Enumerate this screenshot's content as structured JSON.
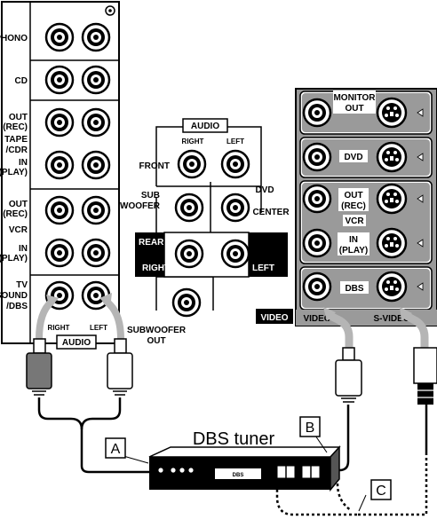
{
  "left_panel": {
    "phono": "PHONO",
    "cd": "CD",
    "tape_out_1": "OUT",
    "tape_out_2": "(REC)",
    "tape_title_1": "TAPE",
    "tape_title_2": "/CDR",
    "tape_in_1": "IN",
    "tape_in_2": "(PLAY)",
    "vcr_out_1": "OUT",
    "vcr_out_2": "(REC)",
    "vcr_title": "VCR",
    "vcr_in_1": "IN",
    "vcr_in_2": "(PLAY)",
    "tv_1": "TV",
    "tv_2": "SOUND",
    "tv_3": "/DBS",
    "right": "RIGHT",
    "left": "LEFT",
    "audio": "AUDIO"
  },
  "center_panel": {
    "audio": "AUDIO",
    "right": "RIGHT",
    "left": "LEFT",
    "front": "FRONT",
    "sub_1": "SUB",
    "sub_2": "WOOFER",
    "dvd": "DVD",
    "center": "CENTER",
    "rear": "REAR",
    "rear_right": "RIGHT",
    "rear_left": "LEFT",
    "subout_1": "SUBWOOFER",
    "subout_2": "OUT"
  },
  "right_panel": {
    "monitor_1": "MONITOR",
    "monitor_2": "OUT",
    "dvd": "DVD",
    "vcr_out_1": "OUT",
    "vcr_out_2": "(REC)",
    "vcr": "VCR",
    "vcr_in_1": "IN",
    "vcr_in_2": "(PLAY)",
    "dbs": "DBS",
    "video_tag": "VIDEO",
    "video": "VIDEO",
    "svideo": "S-VIDEO"
  },
  "tuner": {
    "title": "DBS tuner",
    "display": "DBS"
  },
  "callouts": {
    "a": "A",
    "b": "B",
    "c": "C"
  }
}
